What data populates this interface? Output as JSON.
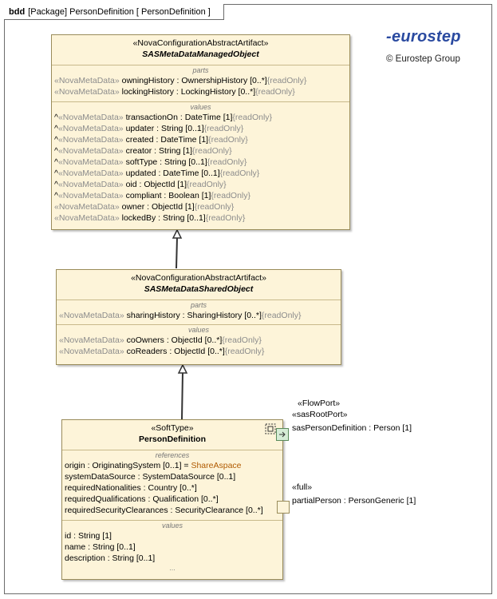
{
  "frame": {
    "kind": "bdd",
    "label": "[Package] PersonDefinition [ PersonDefinition ]"
  },
  "branding": {
    "logo": "-eurostep",
    "copyright": "© Eurostep Group",
    "logo_color": "#2a4aa0"
  },
  "colors": {
    "block_fill": "#fdf4d9",
    "block_border": "#9a8c5a",
    "stereotype_gray": "#8c8c8c"
  },
  "blocks": {
    "managed": {
      "stereotype": "«NovaConfigurationAbstractArtifact»",
      "name": "SASMetaDataManagedObject",
      "parts_label": "parts",
      "parts": [
        {
          "prefix": "",
          "stereo": "«NovaMetaData»",
          "name": " owningHistory",
          "type": " : OwnershipHistory [0..*]",
          "ro": "{readOnly}"
        },
        {
          "prefix": "",
          "stereo": "«NovaMetaData»",
          "name": " lockingHistory",
          "type": " : LockingHistory [0..*]",
          "ro": "{readOnly}"
        }
      ],
      "values_label": "values",
      "values": [
        {
          "prefix": "^",
          "stereo": "«NovaMetaData»",
          "name": " transactionOn",
          "type": " : DateTime [1]",
          "ro": "{readOnly}"
        },
        {
          "prefix": "^",
          "stereo": "«NovaMetaData»",
          "name": " updater",
          "type": " : String [0..1]",
          "ro": "{readOnly}"
        },
        {
          "prefix": "^",
          "stereo": "«NovaMetaData»",
          "name": " created",
          "type": " : DateTime [1]",
          "ro": "{readOnly}"
        },
        {
          "prefix": "^",
          "stereo": "«NovaMetaData»",
          "name": " creator",
          "type": " : String [1]",
          "ro": "{readOnly}"
        },
        {
          "prefix": "^",
          "stereo": "«NovaMetaData»",
          "name": " softType",
          "type": " : String [0..1]",
          "ro": "{readOnly}"
        },
        {
          "prefix": "^",
          "stereo": "«NovaMetaData»",
          "name": " updated",
          "type": " : DateTime [0..1]",
          "ro": "{readOnly}"
        },
        {
          "prefix": "^",
          "stereo": "«NovaMetaData»",
          "name": " oid",
          "type": " : ObjectId [1]",
          "ro": "{readOnly}"
        },
        {
          "prefix": "^",
          "stereo": "«NovaMetaData»",
          "name": " compliant",
          "type": " : Boolean [1]",
          "ro": "{readOnly}"
        },
        {
          "prefix": "",
          "stereo": "«NovaMetaData»",
          "name": " owner",
          "type": " : ObjectId [1]",
          "ro": "{readOnly}"
        },
        {
          "prefix": "",
          "stereo": "«NovaMetaData»",
          "name": " lockedBy",
          "type": " : String [0..1]",
          "ro": "{readOnly}"
        }
      ]
    },
    "shared": {
      "stereotype": "«NovaConfigurationAbstractArtifact»",
      "name": "SASMetaDataSharedObject",
      "parts_label": "parts",
      "parts": [
        {
          "prefix": "",
          "stereo": "«NovaMetaData»",
          "name": " sharingHistory",
          "type": " : SharingHistory [0..*]",
          "ro": "{readOnly}"
        }
      ],
      "values_label": "values",
      "values": [
        {
          "prefix": "",
          "stereo": "«NovaMetaData»",
          "name": " coOwners",
          "type": " : ObjectId [0..*]",
          "ro": "{readOnly}"
        },
        {
          "prefix": "",
          "stereo": "«NovaMetaData»",
          "name": " coReaders",
          "type": " : ObjectId [0..*]",
          "ro": "{readOnly}"
        }
      ]
    },
    "person": {
      "stereotype": "«SoftType»",
      "name": "PersonDefinition",
      "references_label": "references",
      "references": [
        {
          "name": "origin",
          "type": " : OriginatingSystem [0..1] = ",
          "default": "ShareAspace"
        },
        {
          "name": "systemDataSource",
          "type": " : SystemDataSource [0..1]",
          "default": ""
        },
        {
          "name": "requiredNationalities",
          "type": " : Country [0..*]",
          "default": ""
        },
        {
          "name": "requiredQualifications",
          "type": " : Qualification [0..*]",
          "default": ""
        },
        {
          "name": "requiredSecurityClearances",
          "type": " : SecurityClearance [0..*]",
          "default": ""
        }
      ],
      "values_label": "values",
      "values": [
        {
          "name": "id",
          "type": " : String [1]"
        },
        {
          "name": "name",
          "type": " : String [0..1]"
        },
        {
          "name": "description",
          "type": " : String [0..1]"
        }
      ],
      "ellipsis": "..."
    }
  },
  "ports": {
    "flow": {
      "stereo1": "«FlowPort»",
      "stereo2": "«sasRootPort»",
      "label": "sasPersonDefinition : Person [1]"
    },
    "full": {
      "stereo": "«full»",
      "label": "partialPerson : PersonGeneric [1]"
    }
  }
}
